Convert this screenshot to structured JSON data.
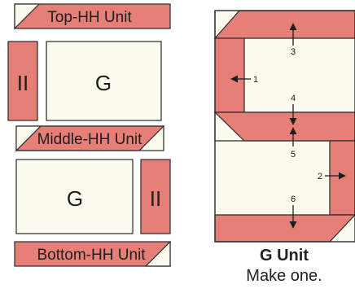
{
  "colors": {
    "pink": "#e77f79",
    "cream": "#fbfbee",
    "outline": "#2a2a2a",
    "text": "#1e1e1e"
  },
  "units": {
    "top_hh": "Top-HH Unit",
    "middle_hh": "Middle-HH Unit",
    "bottom_hh": "Bottom-HH Unit"
  },
  "pieces": {
    "ii_left": "II",
    "g_top": "G",
    "g_bottom": "G",
    "ii_right": "II"
  },
  "g_unit": {
    "arrow_labels": [
      "1",
      "2",
      "3",
      "4",
      "5",
      "6"
    ],
    "title": "G Unit",
    "subtitle": "Make one."
  }
}
